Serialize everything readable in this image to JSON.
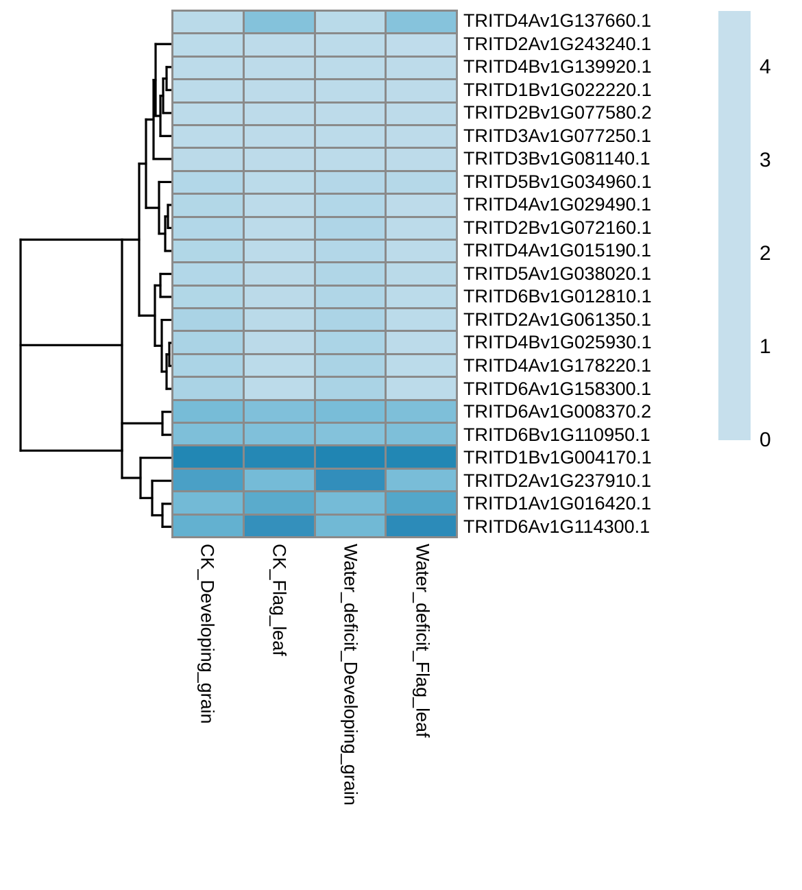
{
  "chart_data": {
    "type": "heatmap",
    "title": "",
    "xlabel": "",
    "ylabel": "",
    "colorbar": {
      "label": "",
      "ticks": [
        "0",
        "1",
        "2",
        "3",
        "4"
      ],
      "tick_values": [
        0,
        1,
        2,
        3,
        4
      ],
      "vmin": 0,
      "vmax": 4.6,
      "low_color": "#c6dfec",
      "high_color": "#1380ad",
      "orientation": "vertical",
      "position": "right"
    },
    "grid_line_color": "#8a8a8a",
    "categories": [
      "CK_Developing_grain",
      "CK_Flag_leaf",
      "Water_deficit_Developing_grain",
      "Water_deficit_Flag_leaf"
    ],
    "rows": [
      "TRITD4Av1G137660.1",
      "TRITD2Av1G243240.1",
      "TRITD4Bv1G139920.1",
      "TRITD1Bv1G022220.1",
      "TRITD2Bv1G077580.2",
      "TRITD3Av1G077250.1",
      "TRITD3Bv1G081140.1",
      "TRITD5Bv1G034960.1",
      "TRITD4Av1G029490.1",
      "TRITD2Bv1G072160.1",
      "TRITD4Av1G015190.1",
      "TRITD5Av1G038020.1",
      "TRITD6Bv1G012810.1",
      "TRITD2Av1G061350.1",
      "TRITD4Bv1G025930.1",
      "TRITD4Av1G178220.1",
      "TRITD6Av1G158300.1",
      "TRITD6Av1G008370.2",
      "TRITD6Bv1G110950.1",
      "TRITD1Bv1G004170.1",
      "TRITD2Av1G237910.1",
      "TRITD1Av1G016420.1",
      "TRITD6Av1G114300.1"
    ],
    "values": [
      [
        0.55,
        2.25,
        0.6,
        2.2
      ],
      [
        0.5,
        0.4,
        0.48,
        0.3
      ],
      [
        0.45,
        0.42,
        0.44,
        0.42
      ],
      [
        0.46,
        0.42,
        0.44,
        0.42
      ],
      [
        0.45,
        0.4,
        0.42,
        0.4
      ],
      [
        0.45,
        0.42,
        0.44,
        0.42
      ],
      [
        0.52,
        0.42,
        0.48,
        0.42
      ],
      [
        0.9,
        0.5,
        0.85,
        0.8
      ],
      [
        0.92,
        0.48,
        0.9,
        0.42
      ],
      [
        0.9,
        0.45,
        1.05,
        0.45
      ],
      [
        0.95,
        0.45,
        0.88,
        0.45
      ],
      [
        0.9,
        0.52,
        1.0,
        0.55
      ],
      [
        0.95,
        0.52,
        1.0,
        0.5
      ],
      [
        1.2,
        0.55,
        1.15,
        0.5
      ],
      [
        1.2,
        0.52,
        1.18,
        0.48
      ],
      [
        1.18,
        0.5,
        1.2,
        0.5
      ],
      [
        1.2,
        0.48,
        1.2,
        0.48
      ],
      [
        2.55,
        2.35,
        2.5,
        2.4
      ],
      [
        2.4,
        2.35,
        2.25,
        2.4
      ],
      [
        4.3,
        4.25,
        4.35,
        4.3
      ],
      [
        3.55,
        2.6,
        4.0,
        2.5
      ],
      [
        2.65,
        3.2,
        2.6,
        3.35
      ],
      [
        3.0,
        3.95,
        2.7,
        4.1
      ]
    ]
  }
}
